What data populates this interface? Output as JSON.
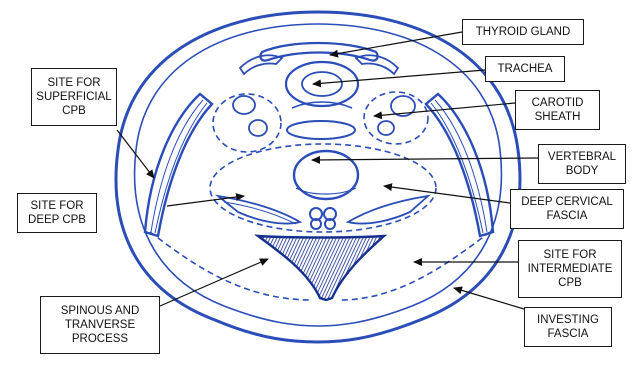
{
  "figure": {
    "title": "",
    "ink_color": "#2a4db8",
    "deep_ink_color": "#16308f",
    "label_border_color": "#1a1a1a",
    "arrow_color": "#111111"
  },
  "labels": {
    "thyroid_gland": "THYROID GLAND",
    "trachea": "TRACHEA",
    "carotid_sheath": "CAROTID\nSHEATH",
    "site_superficial_cpb": "SITE FOR\nSUPERFICIAL\nCPB",
    "vertebral_body": "VERTEBRAL\nBODY",
    "site_deep_cpb": "SITE FOR\nDEEP CPB",
    "deep_cervical_fascia": "DEEP CERVICAL\nFASCIA",
    "site_intermediate_cpb": "SITE FOR\nINTERMEDIATE\nCPB",
    "spinous_transverse_process": "SPINOUS AND\nTRANVERSE\nPROCESS",
    "investing_fascia": "INVESTING\nFASCIA"
  }
}
